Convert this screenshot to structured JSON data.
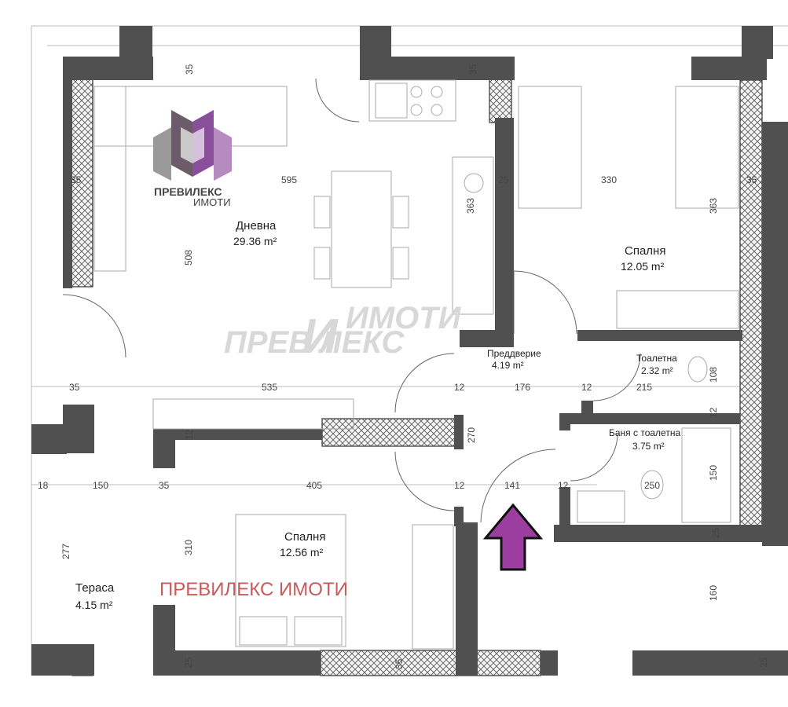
{
  "logo": {
    "text_top": "ПРЕВИЛЕКС",
    "text_bottom": "ИМОТИ"
  },
  "watermarks": {
    "center_top": "ИМОТИ",
    "center_bottom": "ПРЕВ  ЛЕКС",
    "center_letter": "И",
    "bottom": "ПРЕВИЛЕКС ИМОТИ"
  },
  "rooms": {
    "living": {
      "name": "Дневна",
      "area": "29.36 m²"
    },
    "bedroom1": {
      "name": "Спалня",
      "area": "12.05 m²"
    },
    "hall": {
      "name": "Преддверие",
      "area": "4.19 m²"
    },
    "toilet": {
      "name": "Тоалетна",
      "area": "2.32 m²"
    },
    "bathroom": {
      "name": "Баня с тоалетна",
      "area": "3.75 m²"
    },
    "bedroom2": {
      "name": "Спалня",
      "area": "12.56 m²"
    },
    "terrace": {
      "name": "Тераса",
      "area": "4.15 m²"
    }
  },
  "dimensions": {
    "d35_top": "35",
    "d35_top2": "35",
    "d35_left": "35",
    "d595": "595",
    "d25_a": "25",
    "d330": "330",
    "d35_right": "35",
    "d363_a": "363",
    "d363_b": "363",
    "d508": "508",
    "d35_mid": "35",
    "d535": "535",
    "d12_a": "12",
    "d176": "176",
    "d12_b": "12",
    "d215": "215",
    "d108": "108",
    "d12_c": "12",
    "d12_d": "12",
    "d270": "270",
    "d18": "18",
    "d150": "150",
    "d35_low": "35",
    "d405": "405",
    "d12_e": "12",
    "d141": "141",
    "d12_f": "12",
    "d250": "250",
    "d150_r": "150",
    "d277": "277",
    "d310": "310",
    "d25_b": "25",
    "d160": "160",
    "d25_c": "25",
    "d35_bottom": "35",
    "d25_d": "25"
  },
  "colors": {
    "arrow": "#9b3ea0",
    "wall": "#505050",
    "watermark_red": "#c55b5b"
  },
  "icons": [
    "entrance-arrow-icon",
    "company-logo-icon"
  ]
}
